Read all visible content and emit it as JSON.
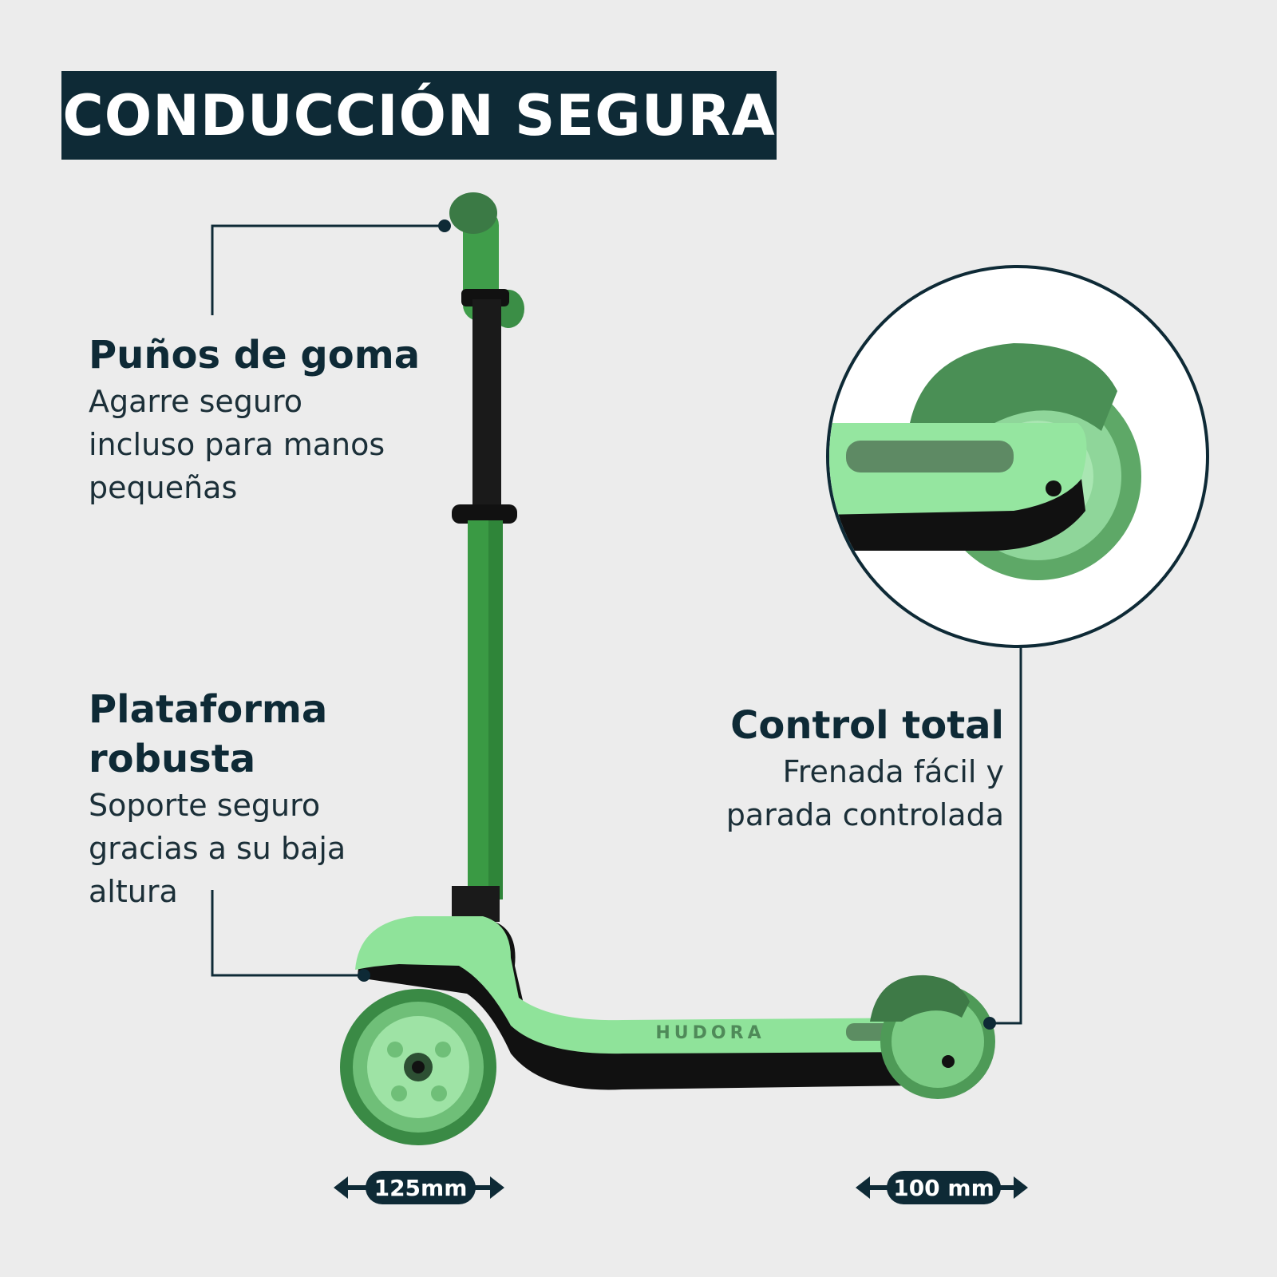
{
  "title": "CONDUCCIÓN SEGURA",
  "features": [
    {
      "heading": "Puños de goma",
      "body_lines": [
        "Agarre seguro",
        "incluso para manos",
        "pequeñas"
      ]
    },
    {
      "heading_lines": [
        "Plataforma",
        "robusta"
      ],
      "body_lines": [
        "Soporte seguro",
        "gracias a su baja",
        "altura"
      ]
    },
    {
      "heading": "Control total",
      "body_lines": [
        "Frenada fácil y",
        "parada controlada"
      ]
    }
  ],
  "dimensions": {
    "front_wheel": "125mm",
    "rear_wheel": "100 mm"
  },
  "deck_brand": "HUDORA",
  "colors": {
    "navy": "#0e2a36",
    "scooter_green": "#3a9a44",
    "deck_mint": "#8fe39a",
    "background": "#ececec"
  },
  "icons": [
    "double-arrow-icon",
    "callout-dot-icon"
  ]
}
